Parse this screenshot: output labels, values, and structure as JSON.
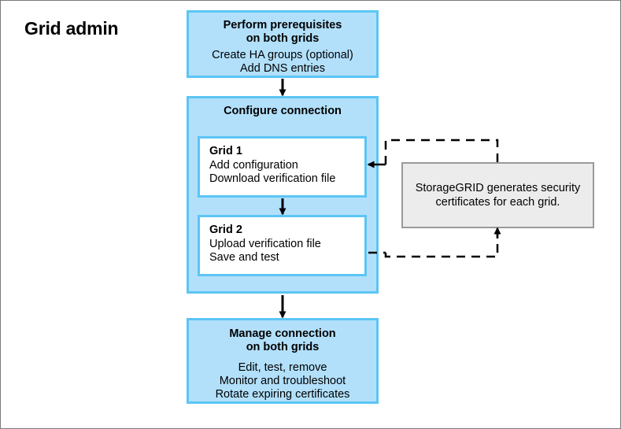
{
  "diagram": {
    "role_label": "Grid admin",
    "colors": {
      "box_fill": "#b2e0fb",
      "box_border": "#5cc5f5",
      "note_fill": "#ececec",
      "note_border": "#9a9a9a",
      "connector": "#000000",
      "page_border": "#7a7a7a",
      "text": "#000000"
    },
    "steps": {
      "prerequisites": {
        "title": "Perform prerequisites\non both grids",
        "body": "Create HA groups (optional)\nAdd DNS entries"
      },
      "configure": {
        "title": "Configure connection",
        "grid1": {
          "title": "Grid 1",
          "body": "Add configuration\nDownload verification file"
        },
        "grid2": {
          "title": "Grid 2",
          "body": "Upload verification file\nSave and test"
        }
      },
      "manage": {
        "title": "Manage connection\non both grids",
        "body": "Edit, test, remove\nMonitor and troubleshoot\nRotate expiring certificates"
      }
    },
    "note": {
      "text": "StorageGRID generates security\ncertificates for each grid."
    }
  }
}
